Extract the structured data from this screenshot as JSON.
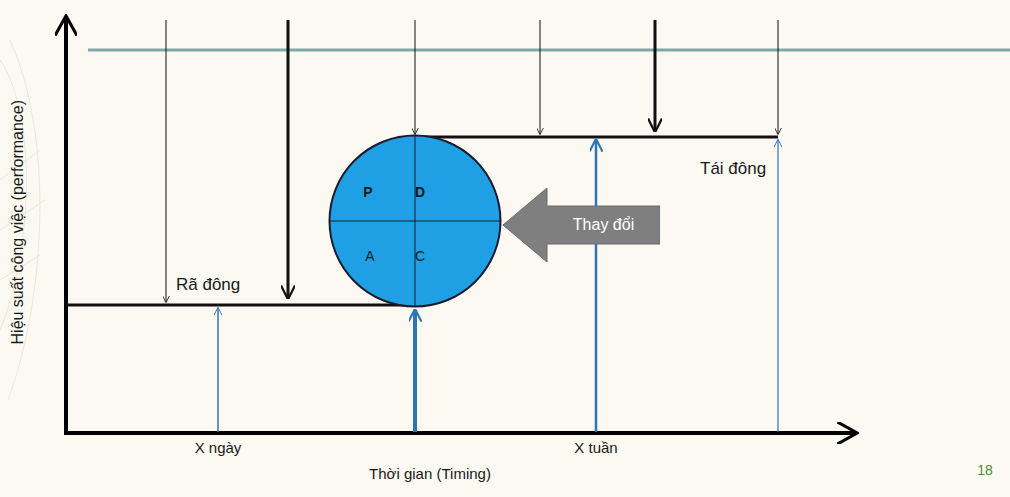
{
  "diagram": {
    "nodes": [
      {
        "text": [
          "P",
          "D",
          "A",
          "C"
        ]
      },
      {
        "text": [
          "Thay đổi"
        ]
      }
    ],
    "labels": [
      "Hiệu suất công việc (performance)",
      "Rã đông",
      "Tái đông",
      "X ngày",
      "X tuần",
      "Thời gian (Timing)",
      "18"
    ]
  }
}
